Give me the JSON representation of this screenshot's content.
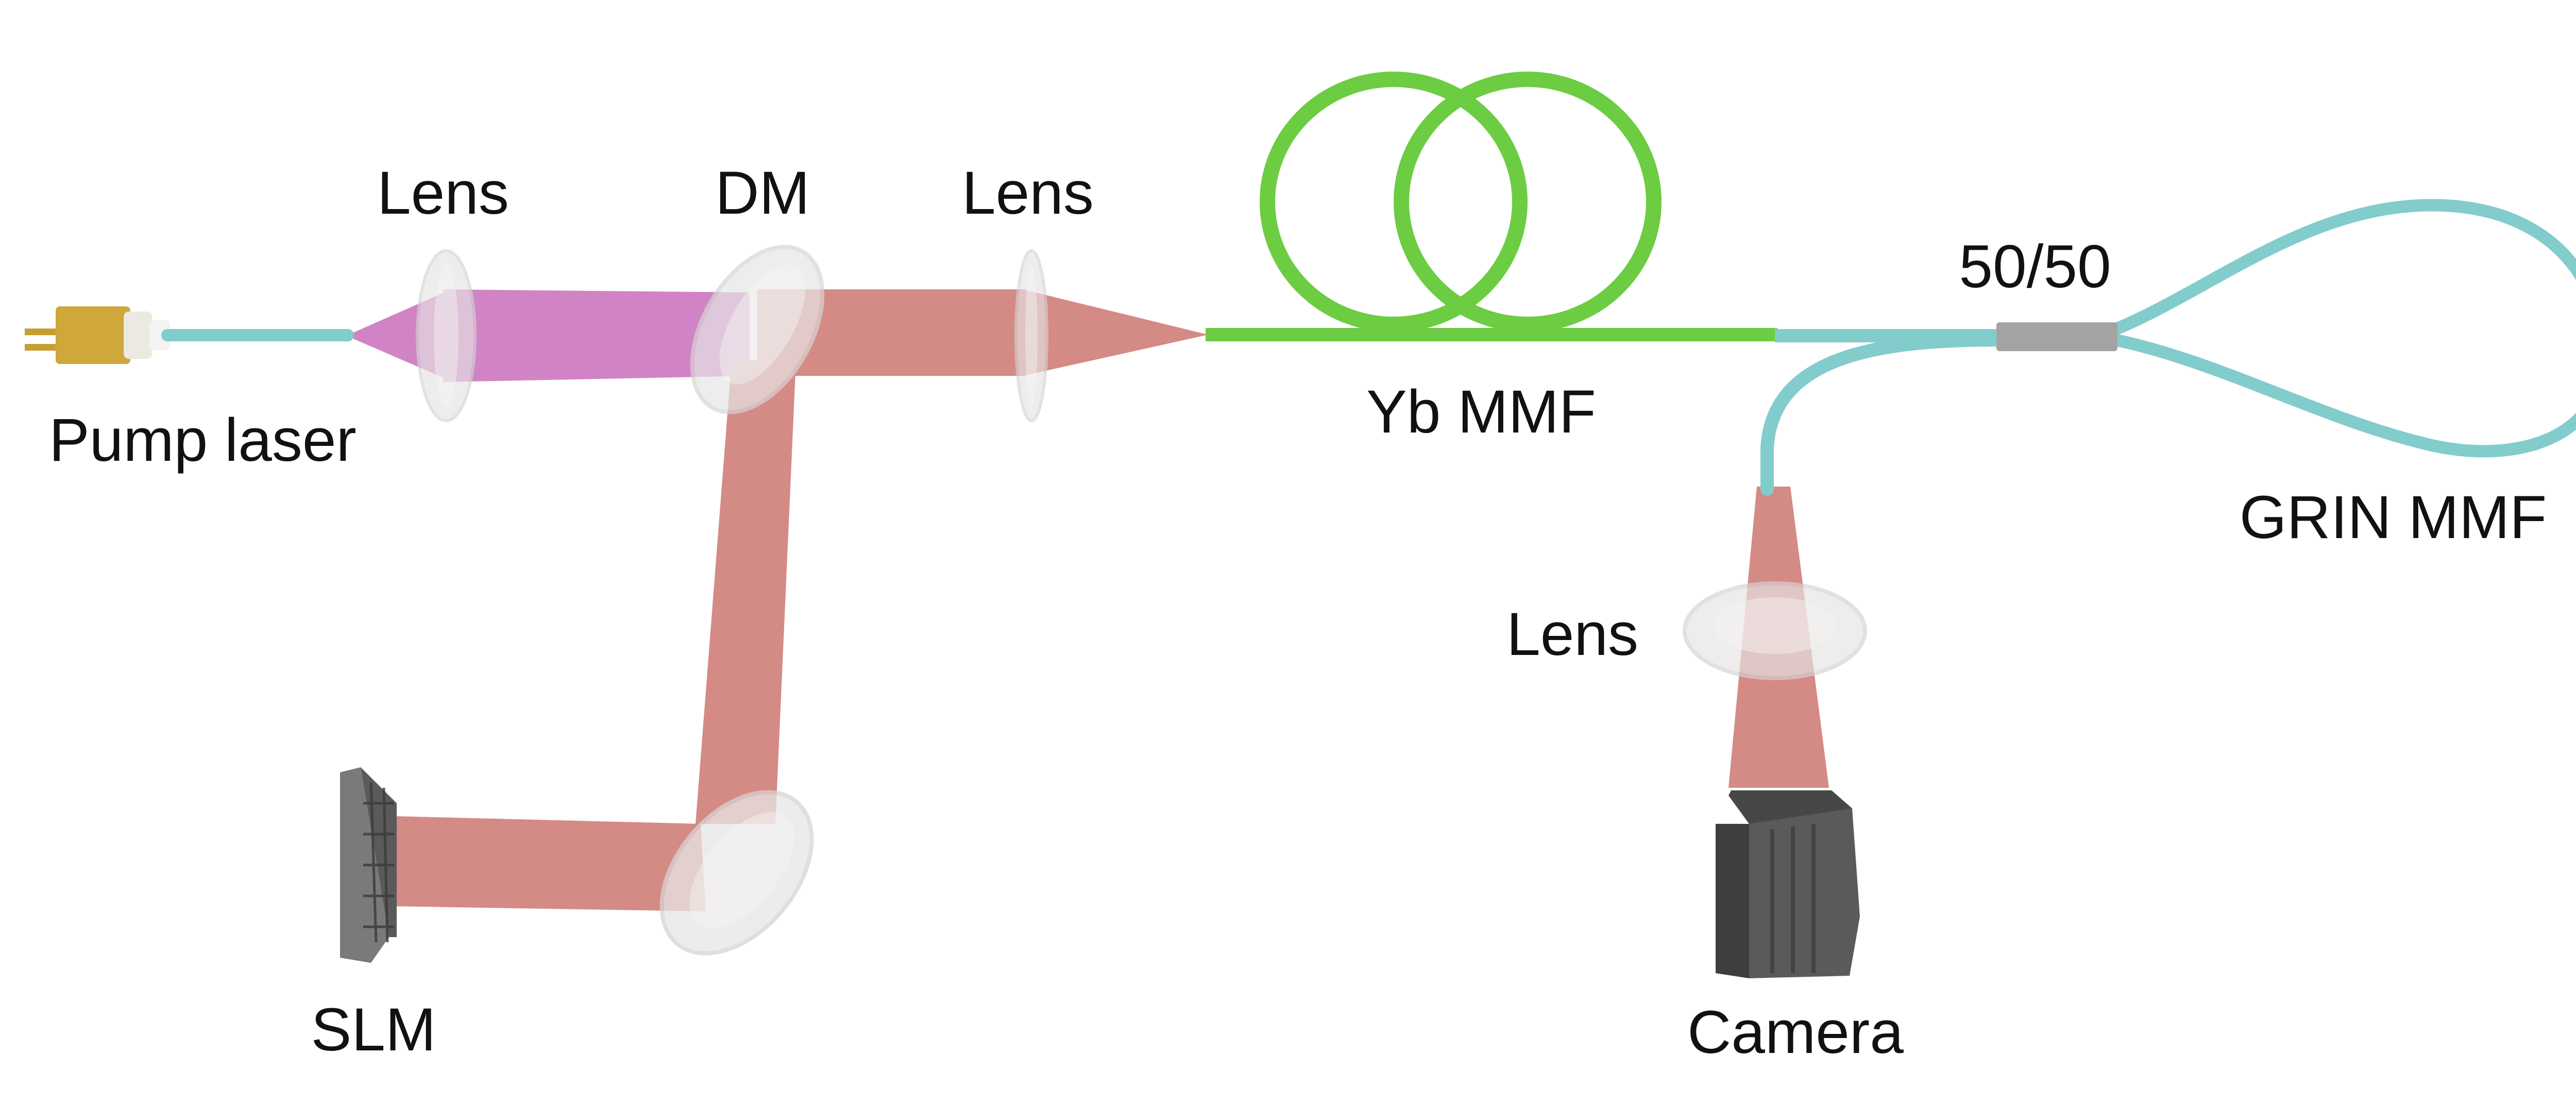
{
  "labels": {
    "lens_1": "Lens",
    "dm": "DM",
    "lens_2": "Lens",
    "pump_laser": "Pump laser",
    "yb_mmf": "Yb MMF",
    "coupler": "50/50",
    "grin_mmf": "GRIN MMF",
    "lens_3": "Lens",
    "slm": "SLM",
    "camera": "Camera"
  },
  "colors": {
    "pump_beam": "#cc7ac0",
    "signal_beam": "#d48a85",
    "yb_fiber": "#6ccc42",
    "passive_fiber": "#82cccc",
    "connector": "#cfa73a",
    "coupler": "#a3a3a3",
    "camera_body": "#555555",
    "slm_body": "#6e6e6e",
    "lens_glass": "#e6e4e4"
  }
}
